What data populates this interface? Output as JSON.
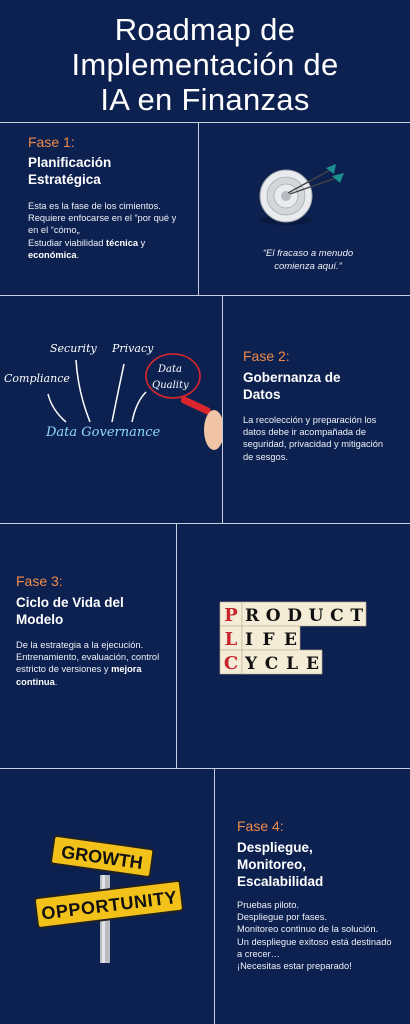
{
  "title": {
    "line1": "Roadmap de",
    "line2": "Implementación de",
    "line3": "IA en Finanzas"
  },
  "phase1": {
    "label": "Fase 1:",
    "heading_l1": "Planificación",
    "heading_l2": "Estratégica",
    "body_1": "Esta es la fase de los cimientos.",
    "body_2": "Requiere enfocarse en el “por qué y en el “cómo„",
    "body_3": "Estudiar viabilidad ",
    "body_bold1": "técnica",
    "body_4": " y ",
    "body_bold2": "económica",
    "body_5": ".",
    "quote_l1": "“El fracaso a menudo",
    "quote_l2": "comienza aquí.”"
  },
  "phase2": {
    "label": "Fase 2:",
    "heading_l1": "Gobernanza de",
    "heading_l2": "Datos",
    "body": "La recolección y preparación los datos debe ir acompañada de seguridad, privacidad y mitigación de sesgos.",
    "illustration": {
      "security": "Security",
      "privacy": "Privacy",
      "compliance": "Compliance",
      "data": "Data",
      "quality": "Quality",
      "governance": "Data Governance"
    }
  },
  "phase3": {
    "label": "Fase 3:",
    "heading_l1": "Ciclo de Vida del",
    "heading_l2": "Modelo",
    "body_1": "De la estrategia a la ejecución.",
    "body_2": "Entrenamiento, evaluación, control estricto de versiones y ",
    "body_bold": "mejora continua",
    "body_3": ".",
    "illustration": {
      "p": "P",
      "l": "L",
      "c": "C",
      "product_rest": "RODUCT",
      "life_rest": "IFE",
      "cycle_rest": "YCLE"
    }
  },
  "phase4": {
    "label": "Fase 4:",
    "heading_l1": "Despliegue,",
    "heading_l2": "Monitoreo,",
    "heading_l3": "Escalabilidad",
    "body_1": "Pruebas piloto.",
    "body_2": "Despliegue por fases.",
    "body_3": "Monitoreo continuo de la solución.",
    "body_4": "Un despliegue exitoso está destinado a crecer…",
    "body_5": "¡Necesitas estar preparado!",
    "illustration": {
      "sign1": "GROWTH",
      "sign2": "OPPORTUNITY"
    }
  },
  "colors": {
    "background": "#0d2150",
    "phase_label": "#ef8a4b",
    "divider": "#c8cfdc",
    "sign_yellow": "#f2c21a"
  }
}
